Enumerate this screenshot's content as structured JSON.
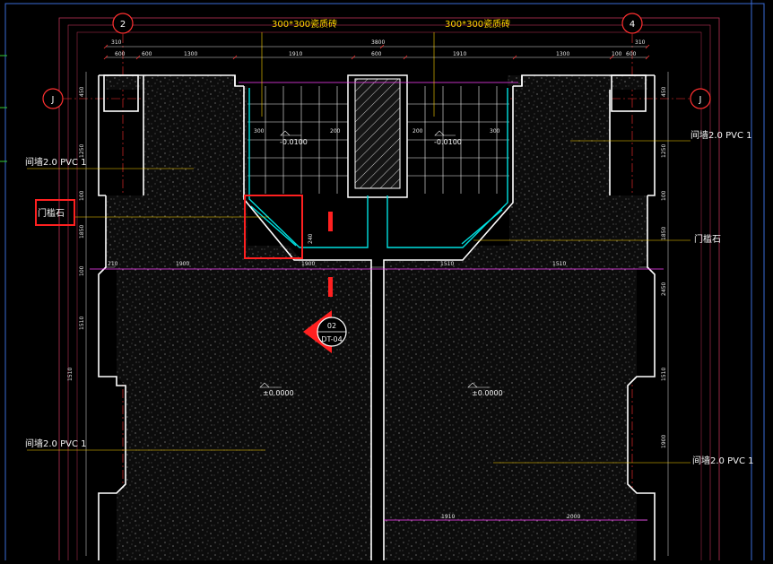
{
  "axes": {
    "col_left": "2",
    "col_right": "4",
    "row_left": "J",
    "row_right": "J"
  },
  "top_dims_row1": [
    "310",
    "3800",
    "310"
  ],
  "top_dims_row2": [
    "600",
    "600",
    "1300",
    "1910",
    "600",
    "1910",
    "1300",
    "100",
    "600"
  ],
  "mid_dims": [
    "210",
    "1900",
    "1900",
    "1510"
  ],
  "bottom_dims": [
    "1910",
    "2000"
  ],
  "left_dims": [
    "450",
    "1250",
    "100",
    "1850",
    "100",
    "1510",
    "1510"
  ],
  "right_dims": [
    "450",
    "1250",
    "100",
    "1850",
    "2450",
    "1510",
    "1900"
  ],
  "annotations": {
    "tile_left": "300*300瓷质砖",
    "tile_right": "300*300瓷质砖",
    "pvc_upper_left": "间墙2.0 PVC 1",
    "pvc_upper_right": "间墙2.0 PVC 1",
    "pvc_lower_left": "间墙2.0 PVC 1",
    "pvc_lower_right": "间墙2.0 PVC 1",
    "threshold_left": "门槛石",
    "threshold_right": "门槛石"
  },
  "levels": {
    "bath_left": "-0.0100",
    "bath_right": "-0.0100",
    "room_left": "±0.0000",
    "room_right": "±0.0000"
  },
  "small_dims": {
    "bath_l_a": "300",
    "bath_l_b": "200",
    "bath_r_a": "200",
    "bath_r_b": "300",
    "shaft_gap": "240"
  },
  "section_mark": {
    "number": "02",
    "sheet": "DT-04"
  },
  "colors": {
    "background": "#000000",
    "wall": "#ffffff",
    "axis_line": "#ff3030",
    "dimension": "#ffffff",
    "annotation": "#ffd400",
    "tile": "#ffffff",
    "fixture": "#00e0e0",
    "highlight": "#ff2020",
    "boundary": "#ff40ff"
  }
}
